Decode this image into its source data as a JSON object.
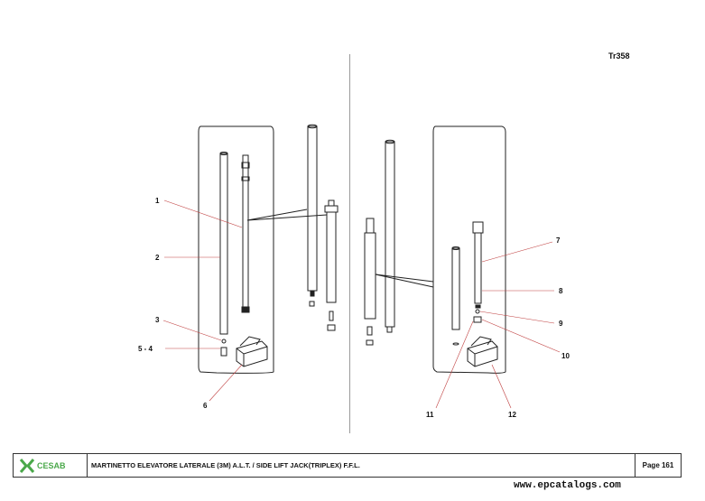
{
  "doc": {
    "ref_code": "Tr358",
    "callouts": {
      "c1": "1",
      "c2": "2",
      "c3": "3",
      "c54": "5 - 4",
      "c6": "6",
      "c7": "7",
      "c8": "8",
      "c9": "9",
      "c10": "10",
      "c11": "11",
      "c12": "12"
    }
  },
  "footer": {
    "logo_text": "CESAB",
    "title": "MARTINETTO ELEVATORE LATERALE (3M) A.L.T. / SIDE LIFT JACK(TRIPLEX) F.F.L.",
    "page": "Page 161"
  },
  "website": "www.epcatalogs.com",
  "colors": {
    "line": "#222222",
    "leader": "#c04040",
    "logo_green": "#4aa84a"
  }
}
